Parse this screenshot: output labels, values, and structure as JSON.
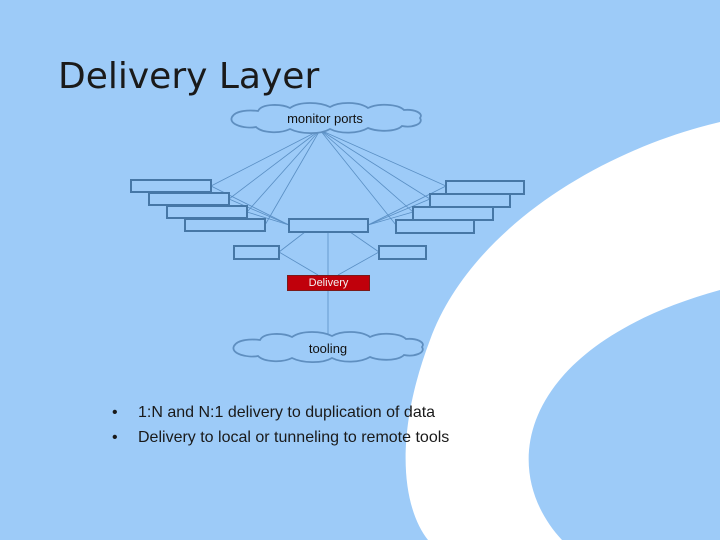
{
  "slide": {
    "title": "Delivery Layer",
    "background_color": "#9dcbf8",
    "swoosh_color": "#ffffff"
  },
  "diagram": {
    "source_cloud": {
      "label": "monitor ports",
      "fill": "#9dcbf8"
    },
    "delivery_box": {
      "label": "Delivery",
      "fill": "#c0000b"
    },
    "tool_cloud": {
      "label": "tooling",
      "fill": "#9dcbf8"
    },
    "line_color": "#5a8fc4"
  },
  "bullets": [
    {
      "marker": "•",
      "text": "1:N and N:1 delivery to duplication of data"
    },
    {
      "marker": "•",
      "text": "Delivery to local or tunneling to remote tools"
    }
  ]
}
